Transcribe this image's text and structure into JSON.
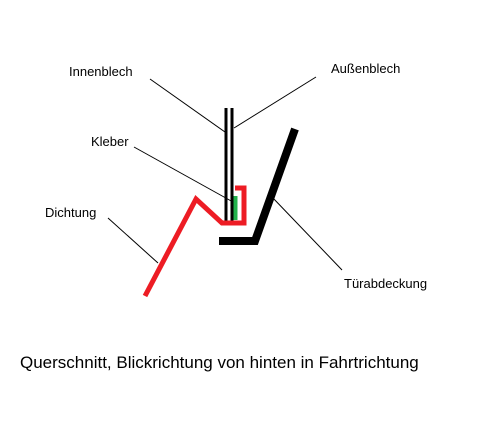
{
  "labels": {
    "innenblech": "Innenblech",
    "aussenblech": "Außenblech",
    "kleber": "Kleber",
    "dichtung": "Dichtung",
    "tuerabdeckung": "Türabdeckung"
  },
  "caption": "Querschnitt, Blickrichtung von hinten in Fahrtrichtung",
  "colors": {
    "background": "#ffffff",
    "sheet_metal": "#000000",
    "seal": "#ed1c24",
    "adhesive": "#22b14c",
    "leader": "#000000"
  }
}
